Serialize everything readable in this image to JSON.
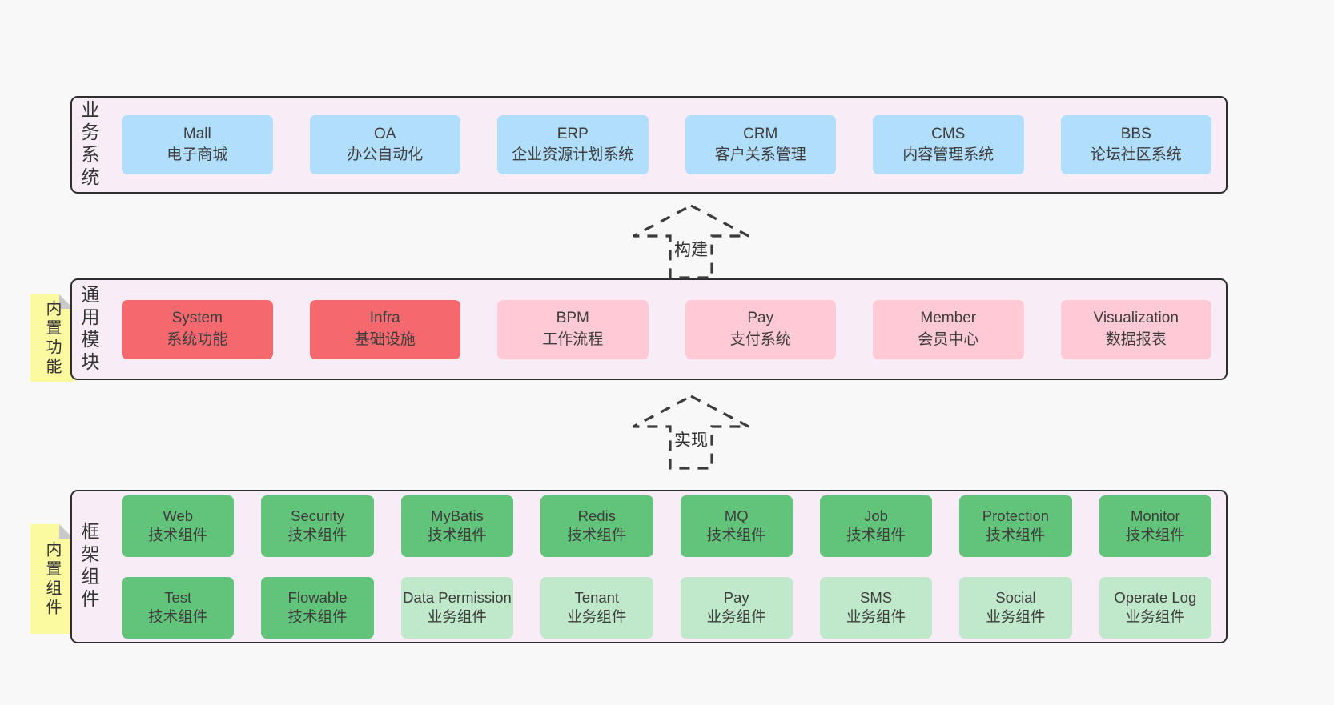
{
  "colors": {
    "page_background": "#f8f8f8",
    "band_background": "#f8edf6",
    "band_border": "#2e2e2e",
    "box_blue": "#b1defb",
    "box_red": "#f5696e",
    "box_pink": "#ffcad5",
    "box_green": "#62c47a",
    "box_lightgreen": "#c0e8ca",
    "sticky_yellow": "#fbfaa0",
    "sticky_fold_gray": "#c9c9c9",
    "arrow_stroke": "#3c3c3c",
    "text": "#3d3d3d"
  },
  "arrows": [
    {
      "label": "构建"
    },
    {
      "label": "实现"
    }
  ],
  "bands": [
    {
      "name": "business-systems",
      "side_label": "业务系统",
      "boxes": [
        {
          "title": "Mall",
          "subtitle": "电子商城",
          "variant": "blue"
        },
        {
          "title": "OA",
          "subtitle": "办公自动化",
          "variant": "blue"
        },
        {
          "title": "ERP",
          "subtitle": "企业资源计划系统",
          "variant": "blue"
        },
        {
          "title": "CRM",
          "subtitle": "客户关系管理",
          "variant": "blue"
        },
        {
          "title": "CMS",
          "subtitle": "内容管理系统",
          "variant": "blue"
        },
        {
          "title": "BBS",
          "subtitle": "论坛社区系统",
          "variant": "blue"
        }
      ]
    },
    {
      "name": "common-modules",
      "side_label": "通用模块",
      "sticky_note": "内置功能",
      "boxes": [
        {
          "title": "System",
          "subtitle": "系统功能",
          "variant": "red"
        },
        {
          "title": "Infra",
          "subtitle": "基础设施",
          "variant": "red"
        },
        {
          "title": "BPM",
          "subtitle": "工作流程",
          "variant": "pink"
        },
        {
          "title": "Pay",
          "subtitle": "支付系统",
          "variant": "pink"
        },
        {
          "title": "Member",
          "subtitle": "会员中心",
          "variant": "pink"
        },
        {
          "title": "Visualization",
          "subtitle": "数据报表",
          "variant": "pink"
        }
      ]
    },
    {
      "name": "framework-components",
      "side_label": "框架组件",
      "sticky_note": "内置组件",
      "rows": [
        [
          {
            "title": "Web",
            "subtitle": "技术组件",
            "variant": "green"
          },
          {
            "title": "Security",
            "subtitle": "技术组件",
            "variant": "green"
          },
          {
            "title": "MyBatis",
            "subtitle": "技术组件",
            "variant": "green"
          },
          {
            "title": "Redis",
            "subtitle": "技术组件",
            "variant": "green"
          },
          {
            "title": "MQ",
            "subtitle": "技术组件",
            "variant": "green"
          },
          {
            "title": "Job",
            "subtitle": "技术组件",
            "variant": "green"
          },
          {
            "title": "Protection",
            "subtitle": "技术组件",
            "variant": "green"
          },
          {
            "title": "Monitor",
            "subtitle": "技术组件",
            "variant": "green"
          }
        ],
        [
          {
            "title": "Test",
            "subtitle": "技术组件",
            "variant": "green"
          },
          {
            "title": "Flowable",
            "subtitle": "技术组件",
            "variant": "green"
          },
          {
            "title": "Data Permission",
            "subtitle": "业务组件",
            "variant": "lightgreen"
          },
          {
            "title": "Tenant",
            "subtitle": "业务组件",
            "variant": "lightgreen"
          },
          {
            "title": "Pay",
            "subtitle": "业务组件",
            "variant": "lightgreen"
          },
          {
            "title": "SMS",
            "subtitle": "业务组件",
            "variant": "lightgreen"
          },
          {
            "title": "Social",
            "subtitle": "业务组件",
            "variant": "lightgreen"
          },
          {
            "title": "Operate Log",
            "subtitle": "业务组件",
            "variant": "lightgreen"
          }
        ]
      ]
    }
  ]
}
